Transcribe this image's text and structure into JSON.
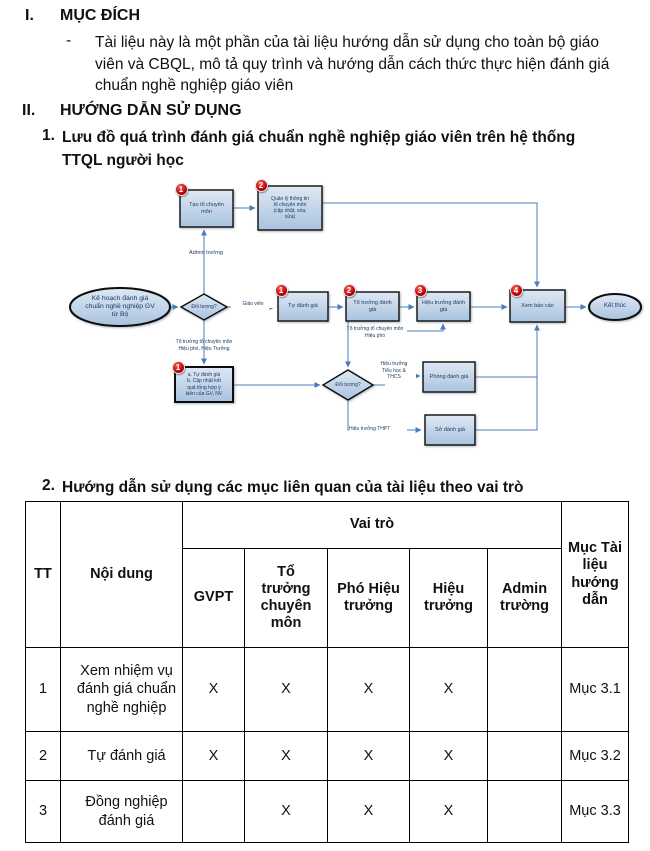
{
  "doc": {
    "section1": {
      "numeral": "I.",
      "title": "MỤC ĐÍCH",
      "bullet": "-",
      "paragraph": "Tài liệu này là một phần của tài liệu hướng dẫn sử dụng cho toàn bộ giáo\nviên và CBQL, mô tả quy trình và hướng dẫn cách thức thực hiện đánh giá\nchuẩn nghề nghiệp giáo viên"
    },
    "section2": {
      "numeral": "II.",
      "title": "HƯỚNG DẪN SỬ DỤNG"
    },
    "heading1": {
      "number": "1.",
      "text": "Lưu đồ quá trình đánh giá chuẩn nghề nghiệp giáo viên  trên hệ thống\nTTQL người học"
    },
    "heading2": {
      "number": "2.",
      "text": "Hướng dẫn sử dụng các mục liên quan của tài liệu theo vai trò"
    }
  },
  "flowchart": {
    "start": "Kế hoạch đánh giá\nchuẩn nghề nghiệp GV\ntừ Bộ",
    "decision1": "Đối tượng?",
    "decision2": "Đối tượng?",
    "create_group": "Tạo tổ chuyên\nmôn",
    "manage_group": "Quản lý thông tin\ntổ chuyên môn\n(cập nhật, xóa,\nsửa)",
    "self_assess": "Tự đánh giá",
    "leader_assess": "Tổ trưởng đánh\ngiá",
    "principal_assess": "Hiệu trưởng đánh\ngiá",
    "view_report": "Xem báo cáo",
    "end": "Kết thúc",
    "self_update": "a. Tự đánh giá\nb. Cập nhật kết\nquả tổng hợp ý\nkiến của GV, NV",
    "dept_assess": "Phòng đánh giá",
    "so_assess": "Sở đánh giá",
    "labels": {
      "admin": "Admin trường",
      "teacher": "Giáo viên",
      "leader_path": "Tổ trưởng tổ chuyên môn\nHiệu phó, Hiệu Trưởng",
      "leader_next": "Tổ trưởng tổ chuyên môn\nHiệu phó",
      "principal_primary": "Hiệu trưởng\nTiểu học &\nTHCS",
      "principal_thpt": "Hiệu trưởng THPT"
    },
    "badges": {
      "b1": "1",
      "b2": "2",
      "b3": "3",
      "b4": "4"
    },
    "colors": {
      "connector": "#4a7ebb",
      "node_text": "#17375e",
      "badge": "#c00000",
      "node_fill_top": "#dfe8f4",
      "node_fill_bottom": "#a9c2de"
    }
  },
  "table": {
    "header": {
      "tt": "TT",
      "noi_dung": "Nội dung",
      "vai_tro": "Vai trò",
      "roles": [
        "GVPT",
        "Tổ\ntrưởng\nchuyên\nmôn",
        "Phó Hiệu\ntrưởng",
        "Hiệu\ntrưởng",
        "Admin\ntrường"
      ],
      "muc": "Mục Tài\nliệu\nhướng\ndẫn"
    },
    "rows": [
      {
        "cells": [
          "1",
          "Xem nhiệm vụ\nđánh giá chuẩn\nnghề nghiệp",
          "X",
          "X",
          "X",
          "X",
          "",
          "Mục 3.1"
        ]
      },
      {
        "cells": [
          "2",
          "Tự đánh giá",
          "X",
          "X",
          "X",
          "X",
          "",
          "Mục 3.2"
        ]
      },
      {
        "cells": [
          "3",
          "Đồng nghiệp\nđánh giá",
          "",
          "X",
          "X",
          "X",
          "",
          "Mục 3.3"
        ]
      }
    ]
  }
}
